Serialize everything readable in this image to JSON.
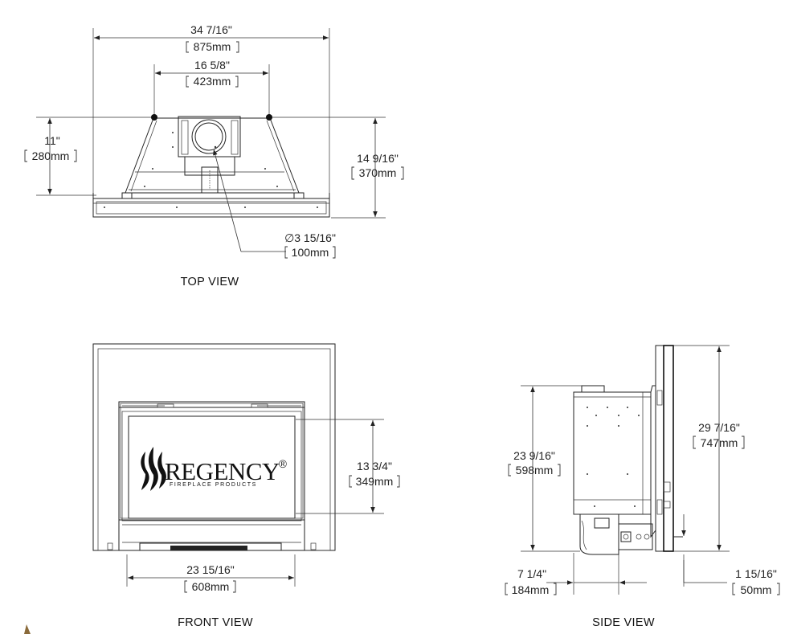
{
  "views": {
    "top": {
      "title": "TOP VIEW",
      "overall_width": {
        "in": "34 7/16\"",
        "mm": "875mm"
      },
      "bracket_spacing": {
        "in": "16 5/8\"",
        "mm": "423mm"
      },
      "left_depth": {
        "in": "11\"",
        "mm": "280mm"
      },
      "overall_depth": {
        "in": "14 9/16\"",
        "mm": "370mm"
      },
      "flue_diameter": {
        "in": "∅3 15/16\"",
        "mm": "100mm"
      }
    },
    "front": {
      "title": "FRONT VIEW",
      "opening_height": {
        "in": "13 3/4\"",
        "mm": "349mm"
      },
      "unit_width": {
        "in": "23 15/16\"",
        "mm": "608mm"
      },
      "logo": {
        "name": "REGENCY",
        "sub": "FIREPLACE PRODUCTS",
        "mark": "®"
      }
    },
    "side": {
      "title": "SIDE VIEW",
      "unit_height": {
        "in": "23 9/16\"",
        "mm": "598mm"
      },
      "overall_height": {
        "in": "29 7/16\"",
        "mm": "747mm"
      },
      "unit_depth": {
        "in": "7 1/4\"",
        "mm": "184mm"
      },
      "faceplate_depth": {
        "in": "1 15/16\"",
        "mm": "50mm"
      }
    }
  }
}
